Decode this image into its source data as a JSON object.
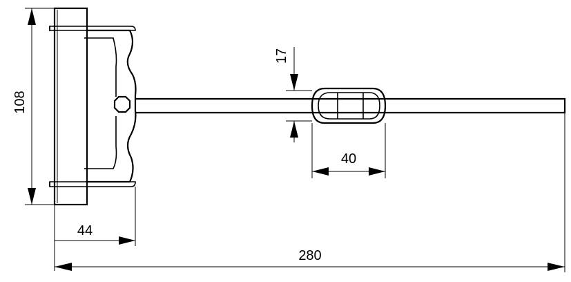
{
  "drawing": {
    "dimensions": {
      "height": "108",
      "hinge_width": "44",
      "total_length": "280",
      "clip_width": "40",
      "clip_height": "17"
    }
  }
}
